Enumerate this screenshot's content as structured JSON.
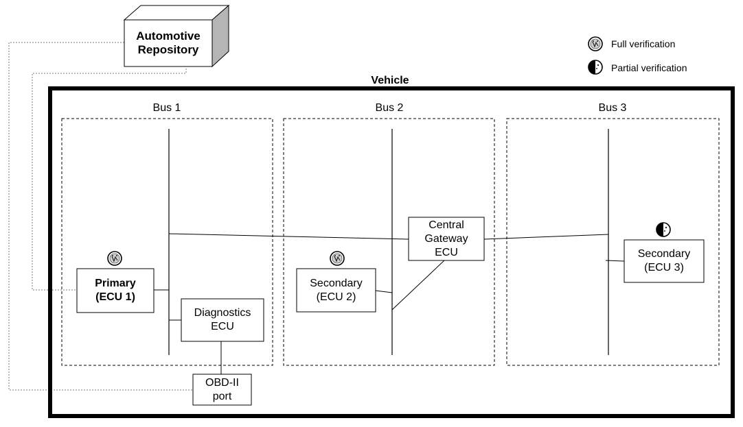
{
  "repository": {
    "line1": "Automotive",
    "line2": "Repository"
  },
  "vehicle": {
    "title": "Vehicle"
  },
  "buses": [
    {
      "label": "Bus 1"
    },
    {
      "label": "Bus 2"
    },
    {
      "label": "Bus 3"
    }
  ],
  "nodes": {
    "primary": {
      "line1": "Primary",
      "line2": "(ECU 1)"
    },
    "diagnostics": {
      "line1": "Diagnostics",
      "line2": "ECU"
    },
    "obd": {
      "line1": "OBD-II",
      "line2": "port"
    },
    "secondary_ecu2": {
      "line1": "Secondary",
      "line2": "(ECU 2)"
    },
    "gateway": {
      "line1": "Central",
      "line2": "Gateway",
      "line3": "ECU"
    },
    "secondary_ecu3": {
      "line1": "Secondary",
      "line2": "(ECU 3)"
    }
  },
  "legend": {
    "full": {
      "label": "Full verification",
      "icon": "full-verification-icon"
    },
    "partial": {
      "label": "Partial verification",
      "icon": "partial-verification-icon"
    }
  }
}
